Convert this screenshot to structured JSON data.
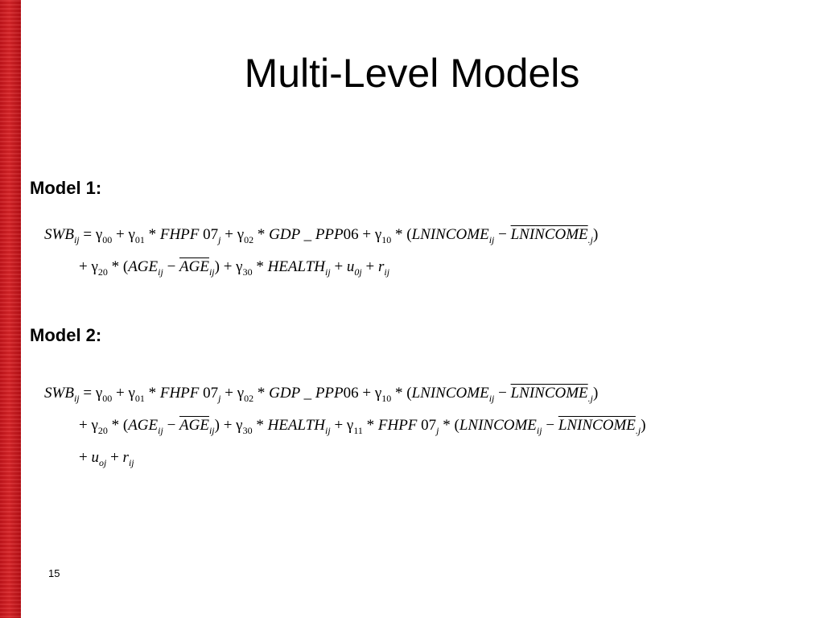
{
  "slide": {
    "title": "Multi-Level Models",
    "page_number": "15",
    "accent_color": "#d0191f"
  },
  "models": [
    {
      "label": "Model 1:",
      "equation_lines": [
        [
          {
            "t": "SWB",
            "it": true
          },
          {
            "t": "ij",
            "sub": true,
            "it": true
          },
          {
            "t": " = γ"
          },
          {
            "t": "00",
            "sub": true
          },
          {
            "t": " + γ"
          },
          {
            "t": "01",
            "sub": true
          },
          {
            "t": " * "
          },
          {
            "t": "FHPF",
            "it": true
          },
          {
            "t": " 07"
          },
          {
            "t": "j",
            "sub": true,
            "it": true
          },
          {
            "t": " + γ"
          },
          {
            "t": "02",
            "sub": true
          },
          {
            "t": " * "
          },
          {
            "t": "GDP _ PPP",
            "it": true
          },
          {
            "t": "06 + γ"
          },
          {
            "t": "10",
            "sub": true
          },
          {
            "t": " * ("
          },
          {
            "t": "LNINCOME",
            "it": true
          },
          {
            "t": "ij",
            "sub": true,
            "it": true
          },
          {
            "t": " − "
          },
          {
            "t": "LNINCOME",
            "it": true,
            "bar": true
          },
          {
            "t": ".j",
            "sub": true,
            "it": true
          },
          {
            "t": ")"
          }
        ],
        [
          {
            "t": "+ γ"
          },
          {
            "t": "20",
            "sub": true
          },
          {
            "t": " * ("
          },
          {
            "t": "AGE",
            "it": true
          },
          {
            "t": "ij",
            "sub": true,
            "it": true
          },
          {
            "t": " − "
          },
          {
            "t": "AGE",
            "it": true,
            "bar": true
          },
          {
            "t": "ij",
            "sub": true,
            "it": true
          },
          {
            "t": ") + γ"
          },
          {
            "t": "30",
            "sub": true
          },
          {
            "t": " * "
          },
          {
            "t": "HEALTH",
            "it": true
          },
          {
            "t": "ij",
            "sub": true,
            "it": true
          },
          {
            "t": " + "
          },
          {
            "t": "u",
            "it": true
          },
          {
            "t": "0j",
            "sub": true,
            "it": true
          },
          {
            "t": " + "
          },
          {
            "t": "r",
            "it": true
          },
          {
            "t": "ij",
            "sub": true,
            "it": true
          }
        ]
      ]
    },
    {
      "label": "Model 2:",
      "equation_lines": [
        [
          {
            "t": "SWB",
            "it": true
          },
          {
            "t": "ij",
            "sub": true,
            "it": true
          },
          {
            "t": " = γ"
          },
          {
            "t": "00",
            "sub": true
          },
          {
            "t": " + γ"
          },
          {
            "t": "01",
            "sub": true
          },
          {
            "t": " * "
          },
          {
            "t": "FHPF",
            "it": true
          },
          {
            "t": " 07"
          },
          {
            "t": "j",
            "sub": true,
            "it": true
          },
          {
            "t": " + γ"
          },
          {
            "t": "02",
            "sub": true
          },
          {
            "t": " * "
          },
          {
            "t": "GDP _ PPP",
            "it": true
          },
          {
            "t": "06 + γ"
          },
          {
            "t": "10",
            "sub": true
          },
          {
            "t": " * ("
          },
          {
            "t": "LNINCOME",
            "it": true
          },
          {
            "t": "ij",
            "sub": true,
            "it": true
          },
          {
            "t": " − "
          },
          {
            "t": "LNINCOME",
            "it": true,
            "bar": true
          },
          {
            "t": ".j",
            "sub": true,
            "it": true
          },
          {
            "t": ")"
          }
        ],
        [
          {
            "t": "+ γ"
          },
          {
            "t": "20",
            "sub": true
          },
          {
            "t": " * ("
          },
          {
            "t": "AGE",
            "it": true
          },
          {
            "t": "ij",
            "sub": true,
            "it": true
          },
          {
            "t": " − "
          },
          {
            "t": "AGE",
            "it": true,
            "bar": true
          },
          {
            "t": "ij",
            "sub": true,
            "it": true
          },
          {
            "t": ") + γ"
          },
          {
            "t": "30",
            "sub": true
          },
          {
            "t": " * "
          },
          {
            "t": "HEALTH",
            "it": true
          },
          {
            "t": "ij",
            "sub": true,
            "it": true
          },
          {
            "t": " + γ"
          },
          {
            "t": "11",
            "sub": true
          },
          {
            "t": " * "
          },
          {
            "t": "FHPF",
            "it": true
          },
          {
            "t": " 07"
          },
          {
            "t": "j",
            "sub": true,
            "it": true
          },
          {
            "t": " * ("
          },
          {
            "t": "LNINCOME",
            "it": true
          },
          {
            "t": "ij",
            "sub": true,
            "it": true
          },
          {
            "t": " − "
          },
          {
            "t": "LNINCOME",
            "it": true,
            "bar": true
          },
          {
            "t": ".j",
            "sub": true,
            "it": true
          },
          {
            "t": ")"
          }
        ],
        [
          {
            "t": "+ "
          },
          {
            "t": "u",
            "it": true
          },
          {
            "t": "oj",
            "sub": true,
            "it": true
          },
          {
            "t": " + "
          },
          {
            "t": "r",
            "it": true
          },
          {
            "t": "ij",
            "sub": true,
            "it": true
          }
        ]
      ]
    }
  ]
}
